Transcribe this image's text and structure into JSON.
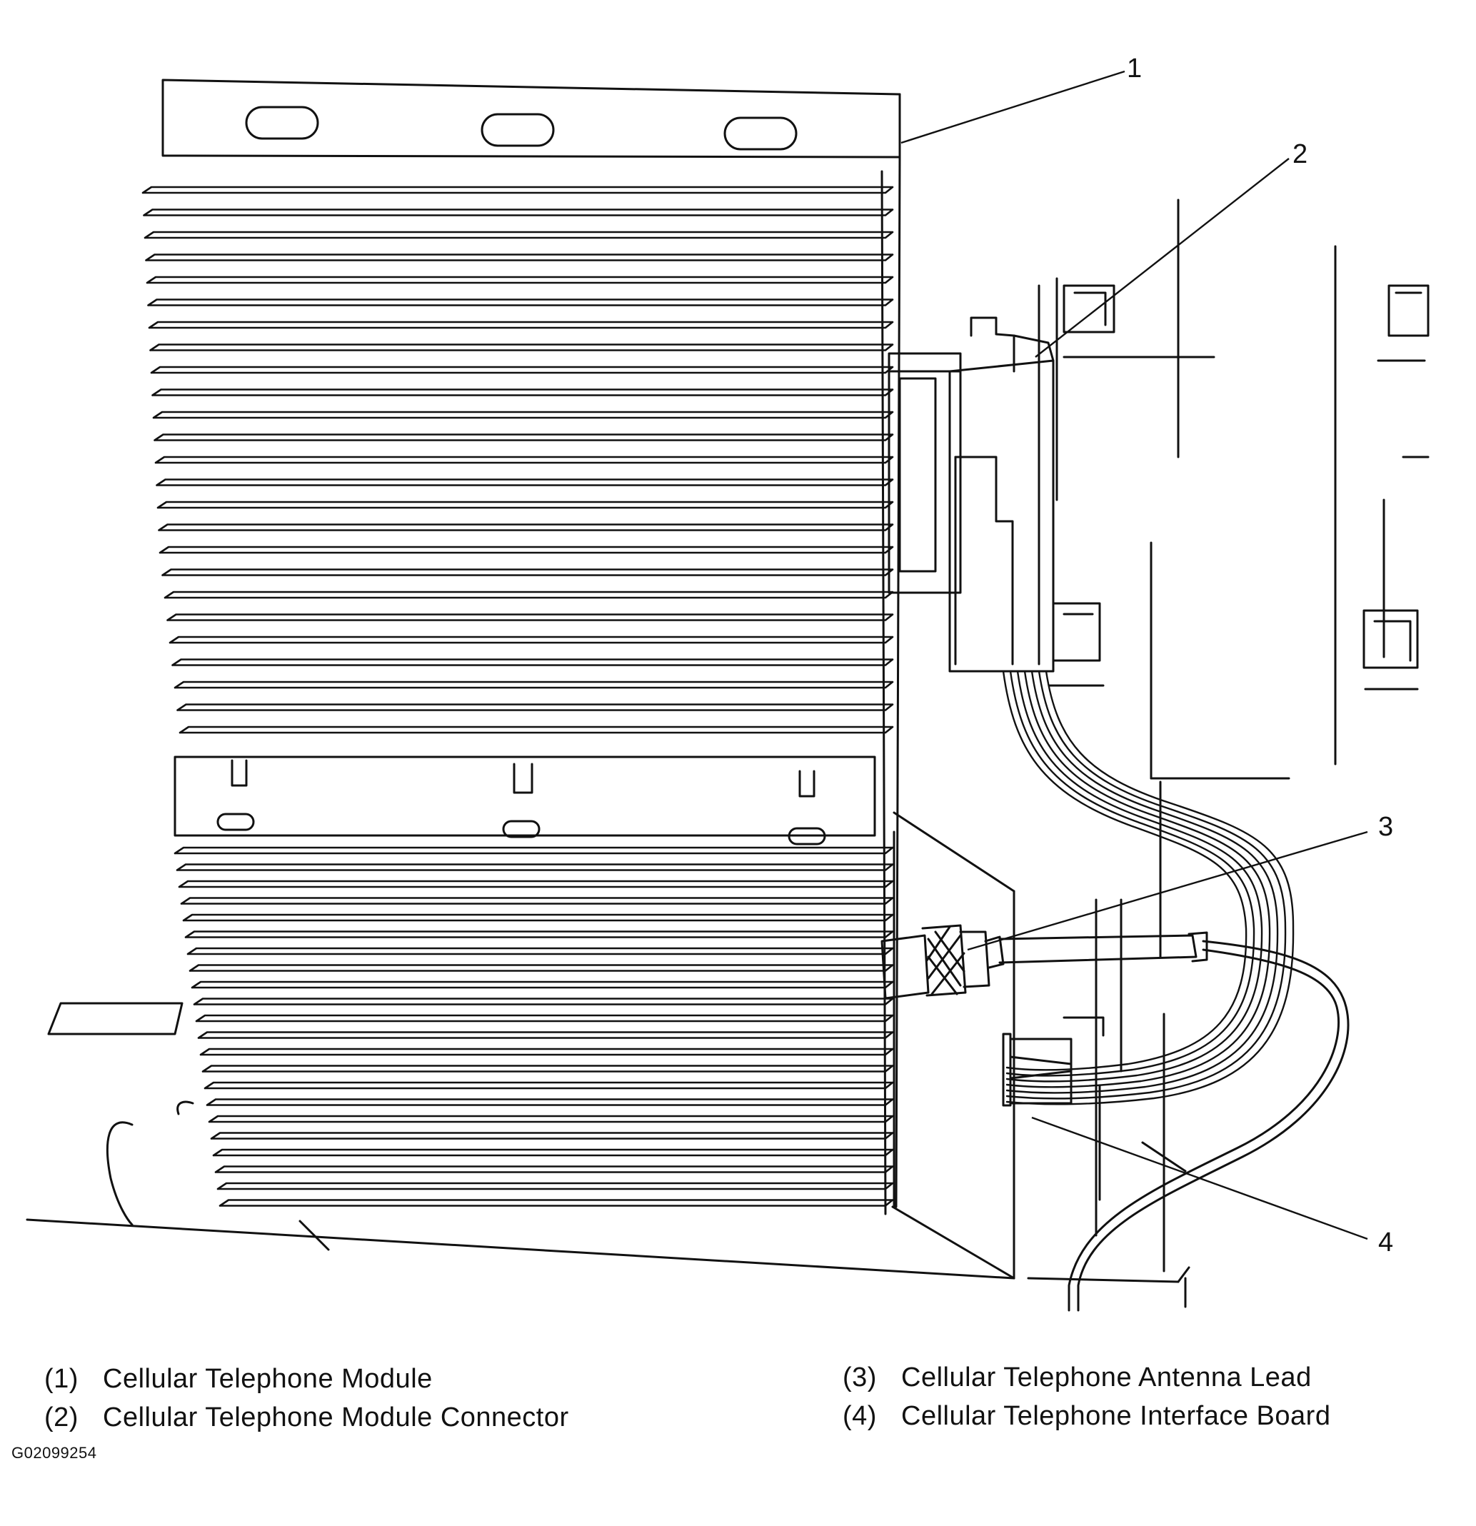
{
  "callouts": [
    "1",
    "2",
    "3",
    "4"
  ],
  "legend": [
    {
      "num": "(1)",
      "text": "Cellular Telephone Module"
    },
    {
      "num": "(2)",
      "text": "Cellular Telephone Module Connector"
    },
    {
      "num": "(3)",
      "text": "Cellular Telephone Antenna Lead"
    },
    {
      "num": "(4)",
      "text": "Cellular Telephone Interface Board"
    }
  ],
  "figure_id": "G02099254",
  "colors": {
    "line": "#111111",
    "background": "#ffffff"
  }
}
